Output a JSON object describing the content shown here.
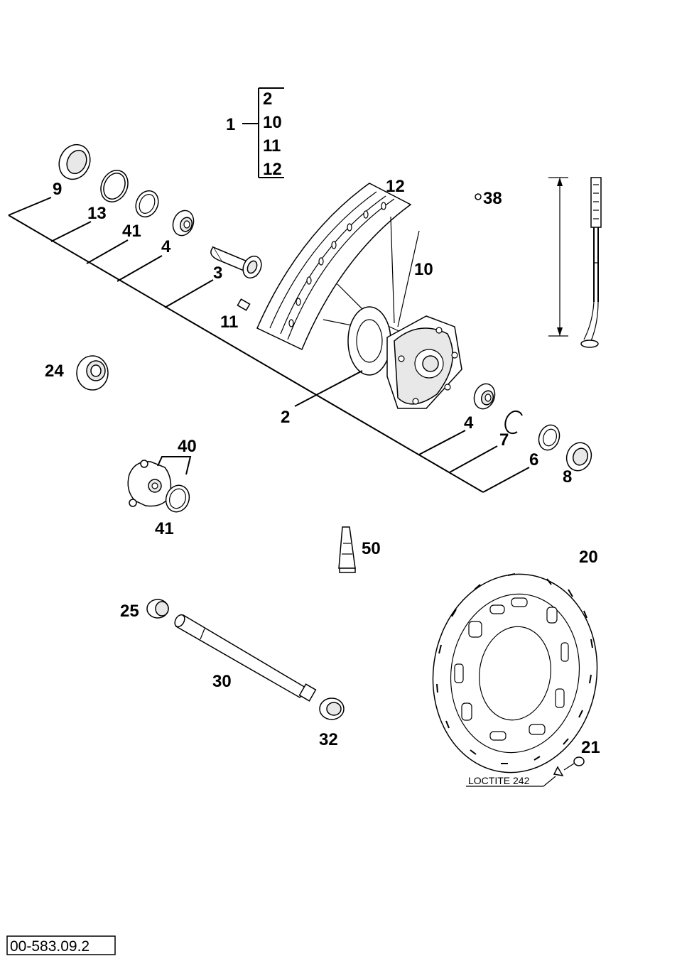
{
  "diagram": {
    "drawing_code": "00-583.09.2",
    "group": {
      "main": "1",
      "members": [
        "2",
        "10",
        "11",
        "12"
      ]
    },
    "labels": {
      "p9": "9",
      "p13": "13",
      "p41a": "41",
      "p4a": "4",
      "p3": "3",
      "p11": "11",
      "p12": "12",
      "p10": "10",
      "p38": "38",
      "p24": "24",
      "p2": "2",
      "p4b": "4",
      "p7": "7",
      "p6": "6",
      "p8": "8",
      "p40": "40",
      "p41b": "41",
      "p50": "50",
      "p20": "20",
      "p25": "25",
      "p30": "30",
      "p32": "32",
      "p21": "21"
    },
    "note_loctite": "LOCTITE 242"
  }
}
